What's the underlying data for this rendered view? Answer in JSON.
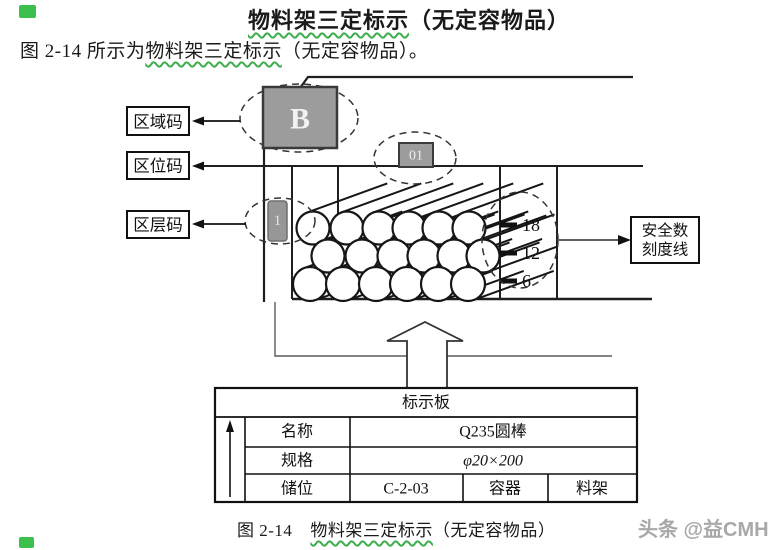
{
  "doc": {
    "title_underlined": "物料架三定标示",
    "title_suffix": "（无定容物品）",
    "intro_prefix": "图 2-14 所示为",
    "intro_underlined": "物料架三定标示",
    "intro_suffix": "（无定容物品）。",
    "caption_figno": "图 2-14",
    "caption_underlined": "物料架三定标示",
    "caption_suffix": "（无定容物品）",
    "watermark": "头条 @益CMH"
  },
  "diagram": {
    "area_code_label": "区域码",
    "location_code_label": "区位码",
    "layer_code_label": "区层码",
    "safety_line1": "安全数",
    "safety_line2": "刻度线",
    "area_tag": "B",
    "location_tag": "01",
    "layer_tag": "1",
    "marks": {
      "m18": "18",
      "m12": "12",
      "m6": "6"
    }
  },
  "board": {
    "header": "标示板",
    "name_label": "名称",
    "name_value": "Q235圆棒",
    "spec_label": "规格",
    "spec_value": "φ20×200",
    "slot_label": "储位",
    "slot_value": "C-2-03",
    "container_label": "容器",
    "container_value": "料架"
  },
  "colors": {
    "underline_green": "#3dae4b",
    "tag_gray": "#9c9c9c",
    "line_black": "#1f1f1f",
    "watermark_gray": "#a8a8a8"
  }
}
